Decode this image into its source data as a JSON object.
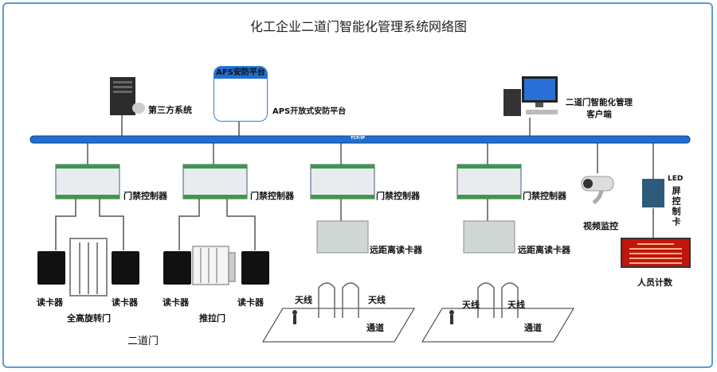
{
  "title": "化工企业二道门智能化管理系统网络图",
  "bus_label": "TCP/IP",
  "third_party": "第三方系统",
  "afs_header": "AFS安防平台",
  "aps_label": "APS开放式安防平台",
  "client_line1": "二道门智能化管理",
  "client_line2": "客户端",
  "controller": "门禁控制器",
  "long_reader": "远距离读卡器",
  "camera": "视频监控",
  "led_top": "LED",
  "led_card": "屏控制卡",
  "people_count": "人员计数",
  "reader": "读卡器",
  "turnstile": "全高旋转门",
  "sliding_gate": "推拉门",
  "antenna": "天线",
  "channel": "通道",
  "second_gate": "二道门",
  "colors": {
    "bus": "#1f6fd0",
    "frame": "#5b9bd5",
    "led": "#c0160e"
  }
}
